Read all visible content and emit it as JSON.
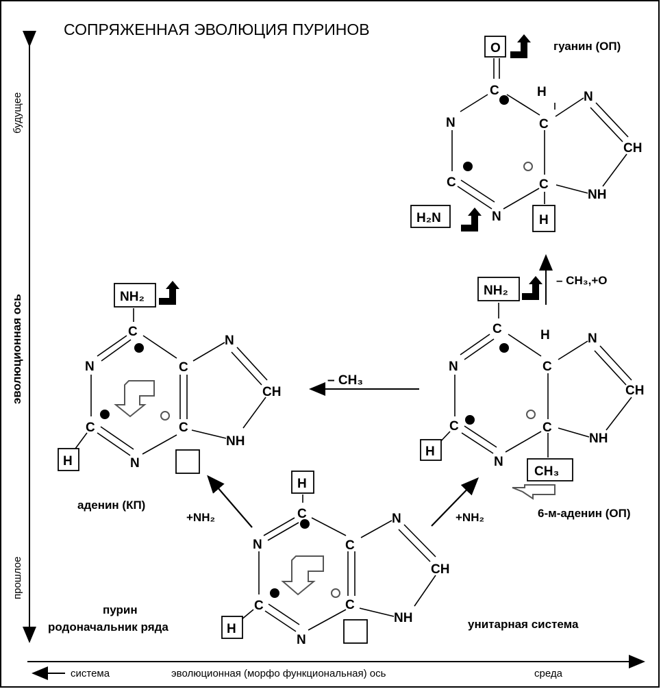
{
  "title": "СОПРЯЖЕННАЯ ЭВОЛЮЦИЯ ПУРИНОВ",
  "axes": {
    "vertical_label": "эволюционная ось",
    "vertical_top": "будущее",
    "vertical_bottom": "прошлое",
    "horizontal_label": "эволюционная (морфо функциональная) ось",
    "horizontal_left": "система",
    "horizontal_right": "среда"
  },
  "atoms": {
    "C": "C",
    "N": "N",
    "H": "H",
    "CH": "CH",
    "NH": "NH",
    "O": "O"
  },
  "groups": {
    "nh2_top": "NH₂",
    "h2n": "H₂N",
    "ch3_box": "CH₃",
    "plus_nh2": "+NH₂",
    "minus_ch3": "– CH₃",
    "minus_ch3_plus_o": "– CH₃,+O"
  },
  "molecules": {
    "guanine": "гуанин (ОП)",
    "adenine": "аденин (КП)",
    "methyladenine": "6-м-аденин (ОП)",
    "purine_line1": "пурин",
    "purine_line2": "родоначальник ряда",
    "unitary": "унитарная система"
  }
}
